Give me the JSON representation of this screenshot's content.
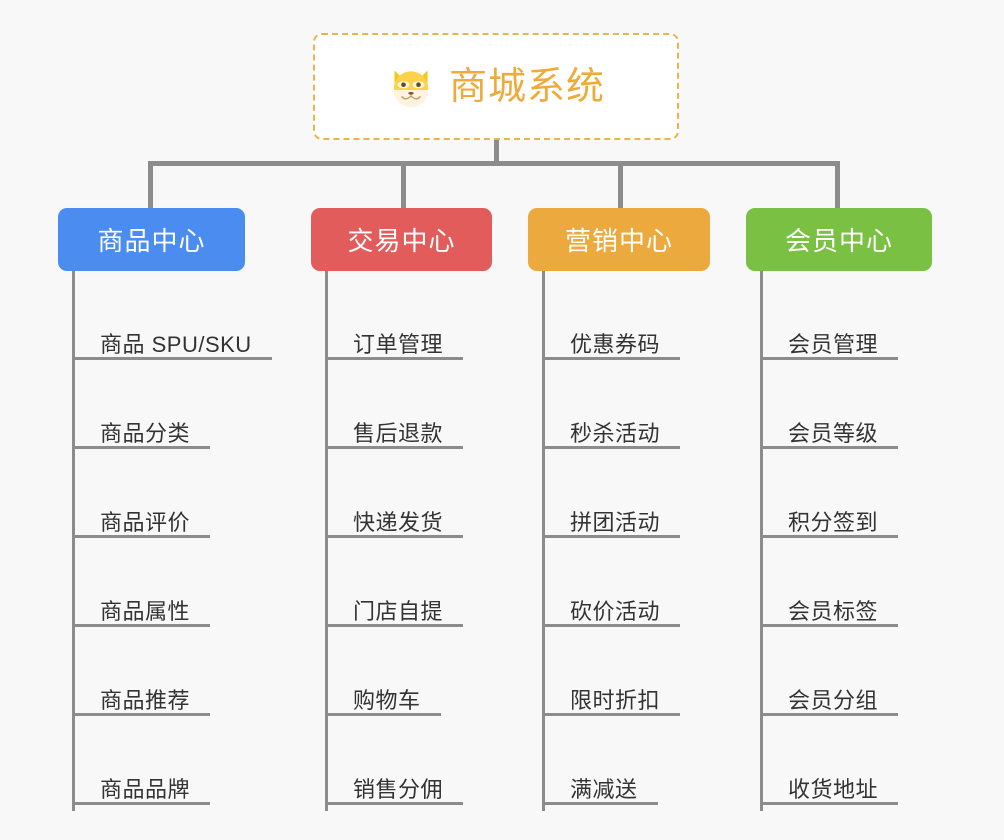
{
  "page": {
    "background_color": "#f8f8f8",
    "line_color": "#8c8c8c"
  },
  "root": {
    "title": "商城系统",
    "icon": "shiba-dog-face-icon",
    "text_color": "#eeab3c",
    "border_color": "#e9b44c",
    "fill_color": "#ffffff"
  },
  "categories": [
    {
      "label": "商品中心",
      "color": "#4a8cf0",
      "items": [
        "商品 SPU/SKU",
        "商品分类",
        "商品评价",
        "商品属性",
        "商品推荐",
        "商品品牌"
      ]
    },
    {
      "label": "交易中心",
      "color": "#e25c5c",
      "items": [
        "订单管理",
        "售后退款",
        "快递发货",
        "门店自提",
        "购物车",
        "销售分佣"
      ]
    },
    {
      "label": "营销中心",
      "color": "#eba93e",
      "items": [
        "优惠券码",
        "秒杀活动",
        "拼团活动",
        "砍价活动",
        "限时折扣",
        "满减送"
      ]
    },
    {
      "label": "会员中心",
      "color": "#79c043",
      "items": [
        "会员管理",
        "会员等级",
        "积分签到",
        "会员标签",
        "会员分组",
        "收货地址"
      ]
    }
  ]
}
